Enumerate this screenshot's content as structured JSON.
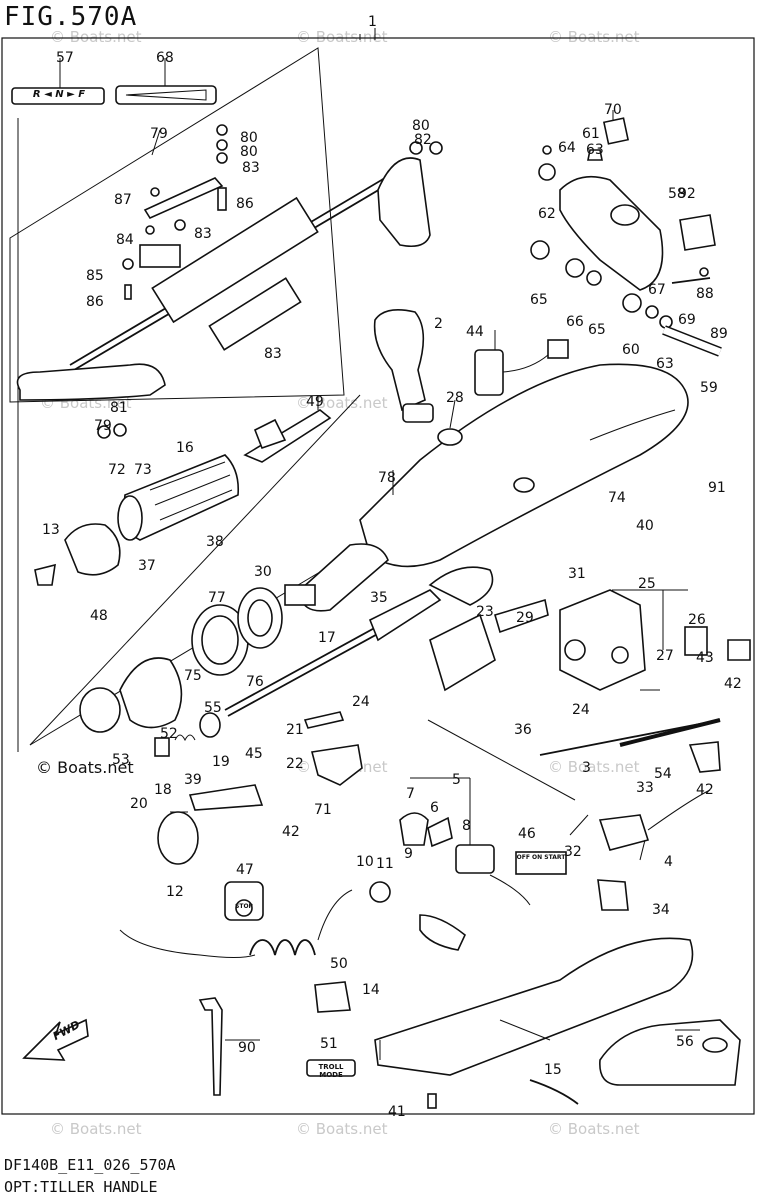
{
  "figure": {
    "title": "FIG.570A",
    "model_code": "DF140B_E11_026_570A",
    "caption": "OPT:TILLER HANDLE"
  },
  "brand": "© Boats.net",
  "watermark": "© Boats.net",
  "decals": {
    "shift_indicator": "R ◄ N ► F",
    "switch_panel": "OFF ON START",
    "stop_switch": "STOP",
    "troll_mode": "TROLL MODE",
    "fwd_arrow": "FWD"
  },
  "callouts": [
    "1",
    "2",
    "3",
    "4",
    "5",
    "6",
    "7",
    "8",
    "9",
    "10",
    "11",
    "12",
    "13",
    "14",
    "15",
    "16",
    "17",
    "18",
    "19",
    "20",
    "21",
    "22",
    "23",
    "24",
    "24",
    "25",
    "26",
    "27",
    "28",
    "29",
    "30",
    "31",
    "32",
    "33",
    "34",
    "35",
    "36",
    "37",
    "38",
    "39",
    "40",
    "41",
    "42",
    "42",
    "42",
    "43",
    "44",
    "45",
    "46",
    "47",
    "48",
    "49",
    "50",
    "51",
    "52",
    "53",
    "54",
    "55",
    "56",
    "57",
    "58",
    "59",
    "60",
    "61",
    "62",
    "63",
    "63",
    "64",
    "65",
    "65",
    "66",
    "67",
    "68",
    "69",
    "70",
    "71",
    "72",
    "73",
    "74",
    "75",
    "76",
    "77",
    "78",
    "79",
    "79",
    "80",
    "80",
    "80",
    "81",
    "82",
    "83",
    "83",
    "83",
    "84",
    "85",
    "86",
    "86",
    "87",
    "88",
    "89",
    "90",
    "91",
    "92"
  ]
}
